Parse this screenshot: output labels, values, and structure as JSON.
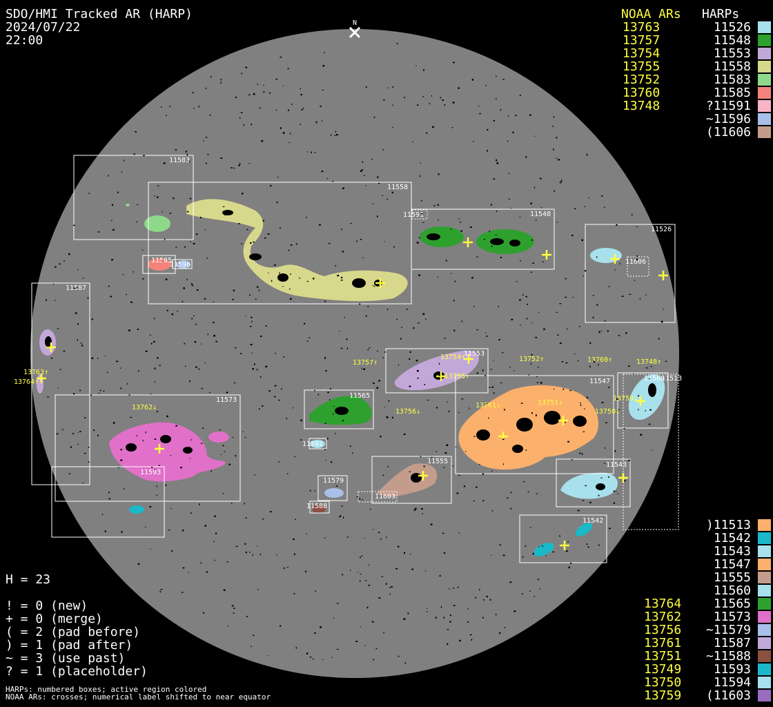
{
  "header": {
    "title": "SDO/HMI Tracked AR (HARP)",
    "date": "2024/07/22",
    "time": "22:00"
  },
  "north_label": "N",
  "legend_top": {
    "noaa_header": "NOAA ARs",
    "harp_header": "HARPs",
    "noaa": [
      "13763",
      "13757",
      "13754",
      "13755",
      "13752",
      "13760",
      "13748"
    ],
    "harps": [
      {
        "label": "11526",
        "color": "#a8e0ec"
      },
      {
        "label": "11548",
        "color": "#2ea02e"
      },
      {
        "label": "11553",
        "color": "#c2a8d8"
      },
      {
        "label": "11558",
        "color": "#d8d88c"
      },
      {
        "label": "11583",
        "color": "#8ed88a"
      },
      {
        "label": "11585",
        "color": "#f4837c"
      },
      {
        "label": "?11591",
        "color": "#f8b4c4"
      },
      {
        "label": "~11596",
        "color": "#a8c0e8"
      },
      {
        "label": "(11606",
        "color": "#c49c8c"
      }
    ]
  },
  "legend_bottom": {
    "noaa": [
      "13764",
      "13762",
      "13756",
      "13761",
      "13751",
      "13749",
      "13750",
      "13759"
    ],
    "harps": [
      {
        "label": ")11513",
        "color": "#fbb06c"
      },
      {
        "label": "11542",
        "color": "#1ab8c8"
      },
      {
        "label": "11543",
        "color": "#a8e0ec"
      },
      {
        "label": "11547",
        "color": "#fbb06c"
      },
      {
        "label": "11555",
        "color": "#c49c8c"
      },
      {
        "label": "11560",
        "color": "#a8e0ec"
      },
      {
        "label": "11565",
        "color": "#2ea02e"
      },
      {
        "label": "11573",
        "color": "#e070c8"
      },
      {
        "label": "~11579",
        "color": "#a8c0e8"
      },
      {
        "label": "11587",
        "color": "#c2a8d8"
      },
      {
        "label": "~11588",
        "color": "#8c5040"
      },
      {
        "label": "11593",
        "color": "#1ab8c8"
      },
      {
        "label": "11594",
        "color": "#a8e0ec"
      },
      {
        "label": "(11603",
        "color": "#9a6cc0"
      }
    ]
  },
  "stats": {
    "h": "H = 23",
    "lines": [
      "! = 0 (new)",
      "+ = 0 (merge)",
      "( = 2 (pad before)",
      ") = 1 (pad after)",
      "~ = 3 (use past)",
      "? = 1 (placeholder)"
    ]
  },
  "footer": {
    "line1": "HARPs: numbered boxes; active region colored",
    "line2": "NOAA ARs: crosses; numerical label shifted to near equator"
  },
  "disk": {
    "harp_boxes": [
      {
        "label": "11583"
      },
      {
        "label": "11558"
      },
      {
        "label": "11591"
      },
      {
        "label": "11548"
      },
      {
        "label": "11526"
      },
      {
        "label": "11606"
      },
      {
        "label": "11585"
      },
      {
        "label": "11596"
      },
      {
        "label": "11587"
      },
      {
        "label": "11553"
      },
      {
        "label": "11547"
      },
      {
        "label": "11560"
      },
      {
        "label": "11513"
      },
      {
        "label": "11565"
      },
      {
        "label": "11573"
      },
      {
        "label": "11592"
      },
      {
        "label": "11593"
      },
      {
        "label": "11579"
      },
      {
        "label": "11588"
      },
      {
        "label": "11603"
      },
      {
        "label": "11555"
      },
      {
        "label": "11543"
      },
      {
        "label": "11542"
      }
    ],
    "noaa_labels": [
      "13757↑",
      "13754↑",
      "13755↑",
      "13752↑",
      "13760↑",
      "13748↑",
      "13763↑",
      "13764↑",
      "13762↓",
      "13756↓",
      "13761↓",
      "13751↓",
      "13759↓",
      "13750↓"
    ],
    "colors": {
      "disk": "#808080",
      "box": "#ffffff",
      "noaa": "#ffff40",
      "spot": "#000000"
    }
  }
}
